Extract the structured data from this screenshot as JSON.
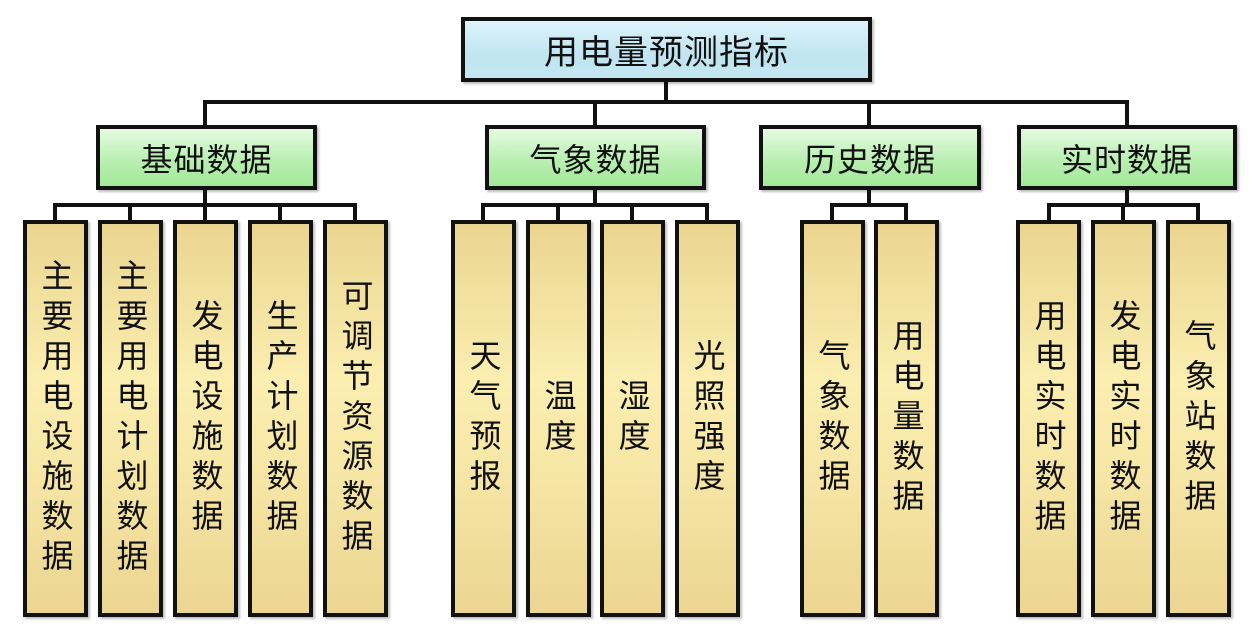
{
  "root": {
    "label": "用电量预测指标"
  },
  "categories": [
    {
      "label": "基础数据",
      "children": [
        "主要用电设施数据",
        "主要用电计划数据",
        "发电设施数据",
        "生产计划数据",
        "可调节资源数据"
      ]
    },
    {
      "label": "气象数据",
      "children": [
        "天气预报",
        "温度",
        "湿度",
        "光照强度"
      ]
    },
    {
      "label": "历史数据",
      "children": [
        "气象数据",
        "用电量数据"
      ]
    },
    {
      "label": "实时数据",
      "children": [
        "用电实时数据",
        "发电实时数据",
        "气象站数据"
      ]
    }
  ],
  "colors": {
    "root": "#c4e6f2",
    "category": "#b9efb1",
    "leaf": "#f8e8a8",
    "line": "#111111"
  }
}
